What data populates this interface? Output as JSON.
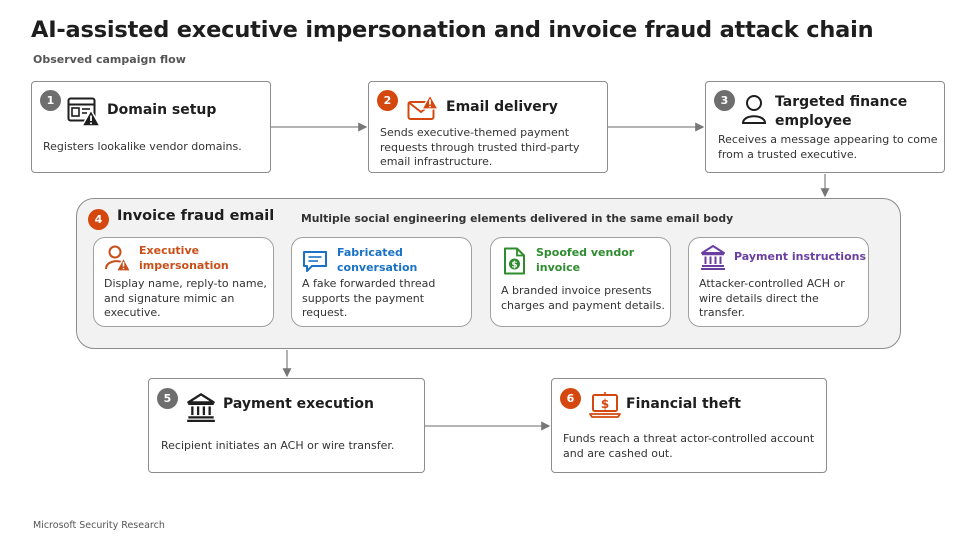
{
  "header": {
    "title": "AI-assisted executive impersonation and invoice fraud attack chain",
    "subtitle": "Observed campaign flow"
  },
  "colors": {
    "badge_gray": "#6e6e6e",
    "badge_orange": "#d4480f",
    "impersonation_orange": "#c94f1a",
    "conversation_blue": "#1a72c6",
    "invoice_green": "#2e8b2e",
    "payment_purple": "#6a3fa0",
    "border_gray": "#8c8c8c",
    "group_fill": "#f2f2f2"
  },
  "steps": [
    {
      "number": "1",
      "title": "Domain setup",
      "description": "Registers lookalike vendor domains.",
      "icon": "website-warning-icon"
    },
    {
      "number": "2",
      "title": "Email delivery",
      "description": [
        "Sends executive-themed payment",
        "requests through trusted third-party",
        "email infrastructure."
      ],
      "icon": "envelope-warning-icon"
    },
    {
      "number": "3",
      "title": [
        "Targeted finance",
        "employee"
      ],
      "description": [
        "Receives a message appearing to come",
        "from a trusted executive."
      ],
      "icon": "person-icon"
    },
    {
      "number": "4",
      "title": "Invoice fraud email",
      "subtitle": "Multiple social engineering elements delivered in the same email body"
    },
    {
      "number": "5",
      "title": "Payment execution",
      "description": "Recipient initiates an ACH or wire transfer.",
      "icon": "bank-icon"
    },
    {
      "number": "6",
      "title": "Financial theft",
      "description": [
        "Funds reach a threat actor-controlled account",
        "and are cashed out."
      ],
      "icon": "laptop-money-icon"
    }
  ],
  "elements": [
    {
      "title": [
        "Executive",
        "impersonation"
      ],
      "description": [
        "Display name, reply-to name,",
        "and signature mimic an",
        "executive."
      ],
      "icon": "person-warning-icon"
    },
    {
      "title": [
        "Fabricated",
        "conversation"
      ],
      "description": [
        "A fake forwarded thread",
        "supports the payment",
        "request."
      ],
      "icon": "chat-bubble-icon"
    },
    {
      "title": [
        "Spoofed vendor",
        "invoice"
      ],
      "description": [
        "A branded invoice presents",
        "charges and payment details."
      ],
      "icon": "invoice-document-icon"
    },
    {
      "title": "Payment instructions",
      "description": [
        "Attacker-controlled ACH or",
        "wire details direct the",
        "transfer."
      ],
      "icon": "bank-icon"
    }
  ],
  "footer": {
    "text": "Microsoft Security Research"
  }
}
